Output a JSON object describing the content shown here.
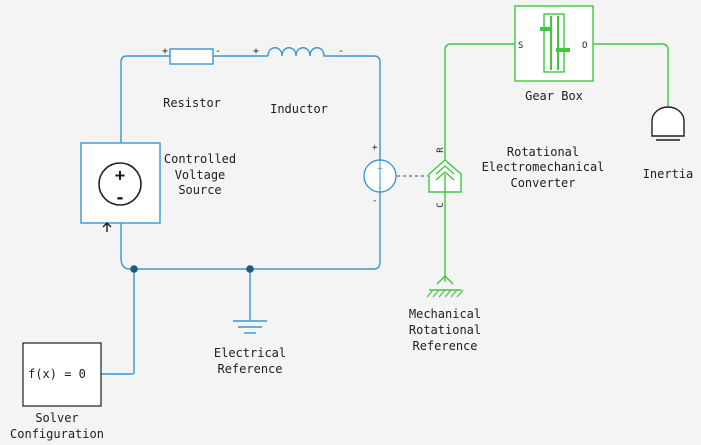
{
  "colors": {
    "background": "#f4f4f4",
    "electrical": "#3b95d4",
    "mechanical": "#3ec83e",
    "block_border": "#3b95d4",
    "text": "#1e1e1e",
    "node": "#1d5a7c"
  },
  "blocks": {
    "resistor": {
      "label": "Resistor",
      "plus": "+",
      "minus": "-"
    },
    "inductor": {
      "label": "Inductor",
      "plus": "+",
      "minus": "-"
    },
    "controlled_voltage_source": {
      "label_line1": "Controlled",
      "label_line2": "Voltage",
      "label_line3": "Source",
      "plus_symbol": "+",
      "minus_symbol": "-"
    },
    "electrical_reference": {
      "label_line1": "Electrical",
      "label_line2": "Reference"
    },
    "solver_configuration": {
      "text": "f(x) = 0",
      "label_line1": "Solver",
      "label_line2": "Configuration"
    },
    "converter": {
      "label_line1": "Rotational",
      "label_line2": "Electromechanical",
      "label_line3": "Converter",
      "port_c": "C",
      "port_r": "R",
      "elec_plus": "+",
      "elec_minus": "-"
    },
    "gear_box": {
      "label": "Gear Box",
      "port_s": "S",
      "port_o": "O"
    },
    "inertia": {
      "label": "Inertia"
    },
    "mechanical_reference": {
      "label_line1": "Mechanical",
      "label_line2": "Rotational",
      "label_line3": "Reference"
    }
  }
}
